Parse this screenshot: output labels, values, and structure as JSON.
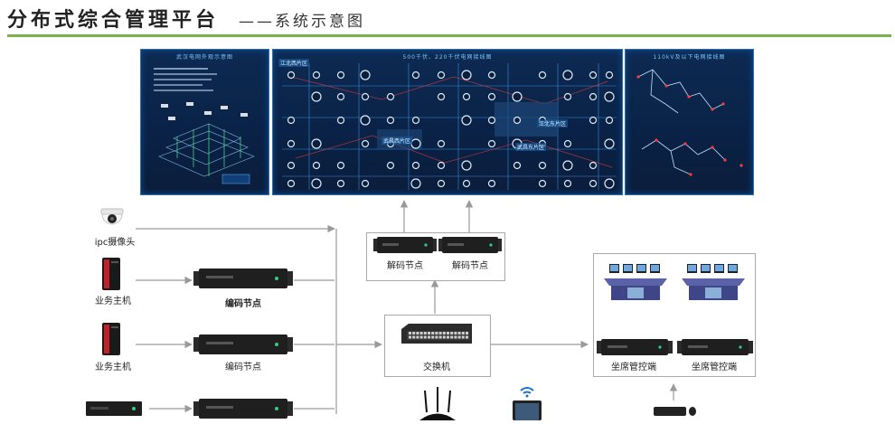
{
  "title": {
    "main": "分布式综合管理平台",
    "sub": "——系统示意图"
  },
  "colors": {
    "accent_rule": "#7bb14a",
    "screen_bg": "#0a2247",
    "screen_border": "#2f6fb0",
    "arrow": "#9a9a9a"
  },
  "video_wall": {
    "panels": [
      {
        "caption": "武汉电网外观示意图"
      },
      {
        "caption": "500千伏、220千伏电网接线图",
        "tags": [
          "江北西片区",
          "武昌西片区",
          "江北东片区",
          "武昌东片区"
        ]
      },
      {
        "caption": "110kV及以下电网接线图"
      }
    ]
  },
  "sources": [
    {
      "label": "ipc摄像头",
      "icon": "dome-camera-icon"
    },
    {
      "label": "业务主机",
      "icon": "tower-pc-icon"
    },
    {
      "label": "业务主机",
      "icon": "tower-pc-icon"
    },
    {
      "label": "",
      "icon": "dvr-box-icon"
    }
  ],
  "encoders": [
    {
      "label": "编码节点"
    },
    {
      "label": "编码节点"
    },
    {
      "label": ""
    }
  ],
  "decoders": [
    {
      "label": "解码节点"
    },
    {
      "label": "解码节点"
    }
  ],
  "switch": {
    "label": "交换机"
  },
  "seat_controllers": [
    {
      "label": "坐席管控端"
    },
    {
      "label": "坐席管控端"
    }
  ]
}
